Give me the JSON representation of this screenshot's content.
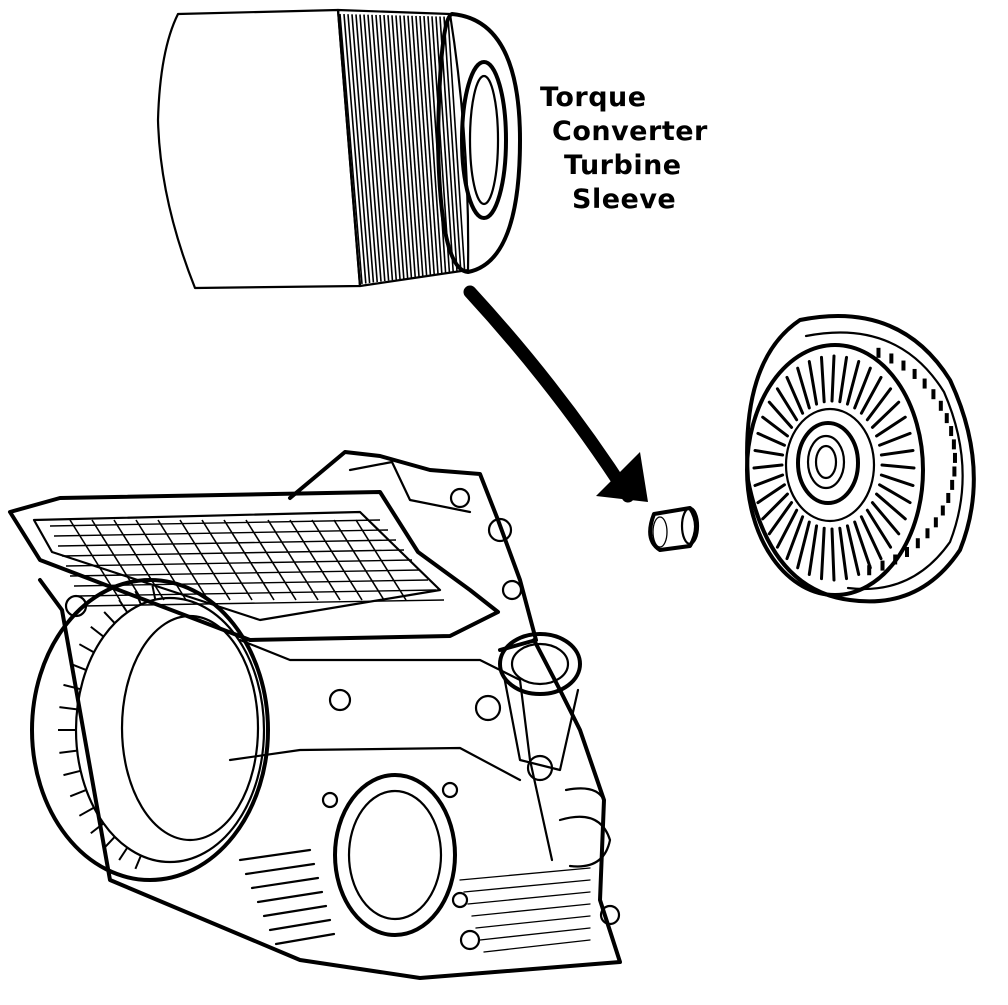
{
  "callout": {
    "line1": "Torque",
    "line2": "Converter",
    "line3": "Turbine",
    "line4": "Sleeve"
  },
  "colors": {
    "ink": "#000000",
    "paper": "#ffffff"
  }
}
